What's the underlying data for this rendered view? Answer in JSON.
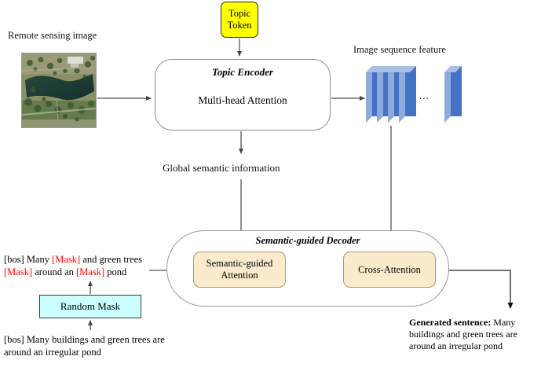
{
  "diagram": {
    "title": "Semantic-guided image captioning architecture",
    "colors": {
      "topic_token_fill": "#FFFF00",
      "decoder_block_fill": "#FBEBCD",
      "random_mask_fill": "#CCFFFF",
      "feature_slab_front": "#4472C4",
      "feature_slab_top": "#8FAADC",
      "feature_slab_side": "#2F528F",
      "mask_token_text": "#FF0000",
      "line": "#555555"
    }
  },
  "labels": {
    "remote_sensing_image": "Remote sensing image",
    "image_sequence_feature": "Image sequence feature",
    "global_semantic_information": "Global semantic information",
    "ellipsis": "..."
  },
  "topic_token": {
    "line1": "Topic",
    "line2": "Token"
  },
  "topic_encoder": {
    "title": "Topic Encoder",
    "body": "Multi-head Attention"
  },
  "decoder": {
    "title": "Semantic-guided Decoder",
    "semantic_guided_attention": {
      "line1": "Semantic-guided",
      "line2": "Attention"
    },
    "cross_attention": {
      "line1": "Cross-Attention"
    }
  },
  "random_mask": {
    "label": "Random Mask"
  },
  "masked_sentence": {
    "segments": [
      {
        "text": "[bos] Many ",
        "masked": false
      },
      {
        "text": "[Mask]",
        "masked": true
      },
      {
        "text": " and green trees ",
        "masked": false
      },
      {
        "text": "[Mask]",
        "masked": true
      },
      {
        "text": " around an ",
        "masked": false
      },
      {
        "text": "[Mask]",
        "masked": true
      },
      {
        "text": " pond",
        "masked": false
      }
    ]
  },
  "source_sentence": {
    "text": "[bos] Many buildings and green trees are around an irregular pond"
  },
  "generated_sentence": {
    "prefix": "Generated sentence:",
    "text": "Many buildings and green trees are around an irregular pond"
  },
  "image_features": {
    "stack_count": 4,
    "tail_count": 1
  }
}
